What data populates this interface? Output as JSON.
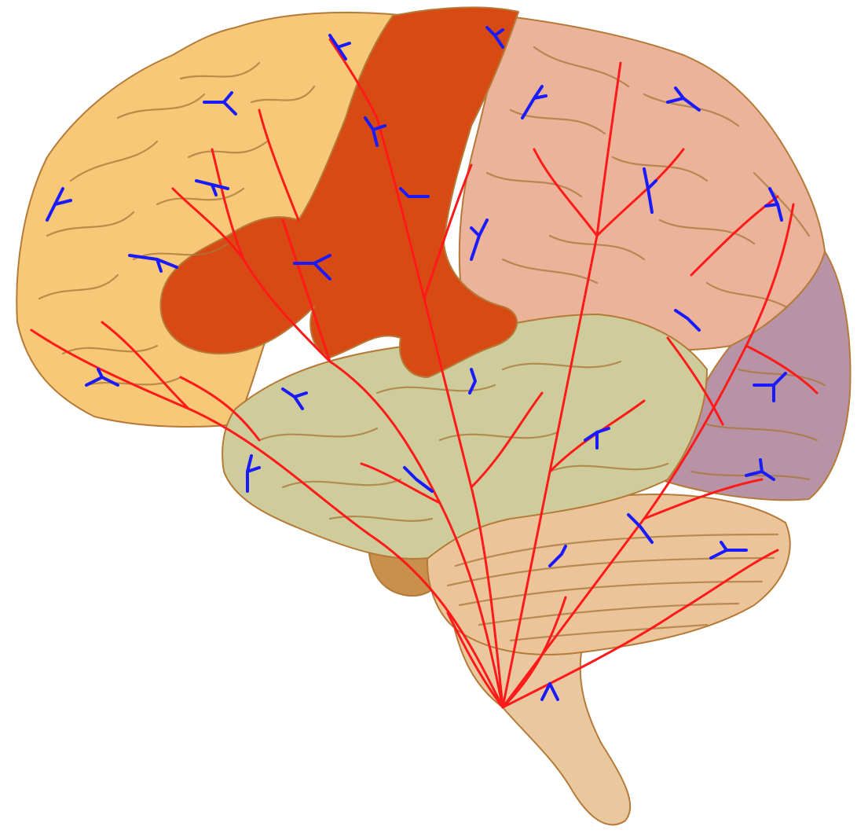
{
  "colors": {
    "background": "#ffffff",
    "frontal_lobe": "#f7c877",
    "motor_strip": "#d84a14",
    "parietal_lobe": "#eab39a",
    "occipital_lobe": "#b893a6",
    "temporal_lobe": "#cfcc9c",
    "cerebellum": "#ecc49a",
    "brainstem": "#e9c8a0",
    "small_region": "#c8904c",
    "fold_line": "#a8753a",
    "outline": "#b57a38",
    "artery": "#ff1a1a",
    "vein": "#1a1aff"
  },
  "regions": [
    {
      "name": "frontal-lobe"
    },
    {
      "name": "motor-strip"
    },
    {
      "name": "parietal-lobe"
    },
    {
      "name": "occipital-lobe"
    },
    {
      "name": "temporal-lobe"
    },
    {
      "name": "cerebellum"
    },
    {
      "name": "brainstem"
    }
  ]
}
